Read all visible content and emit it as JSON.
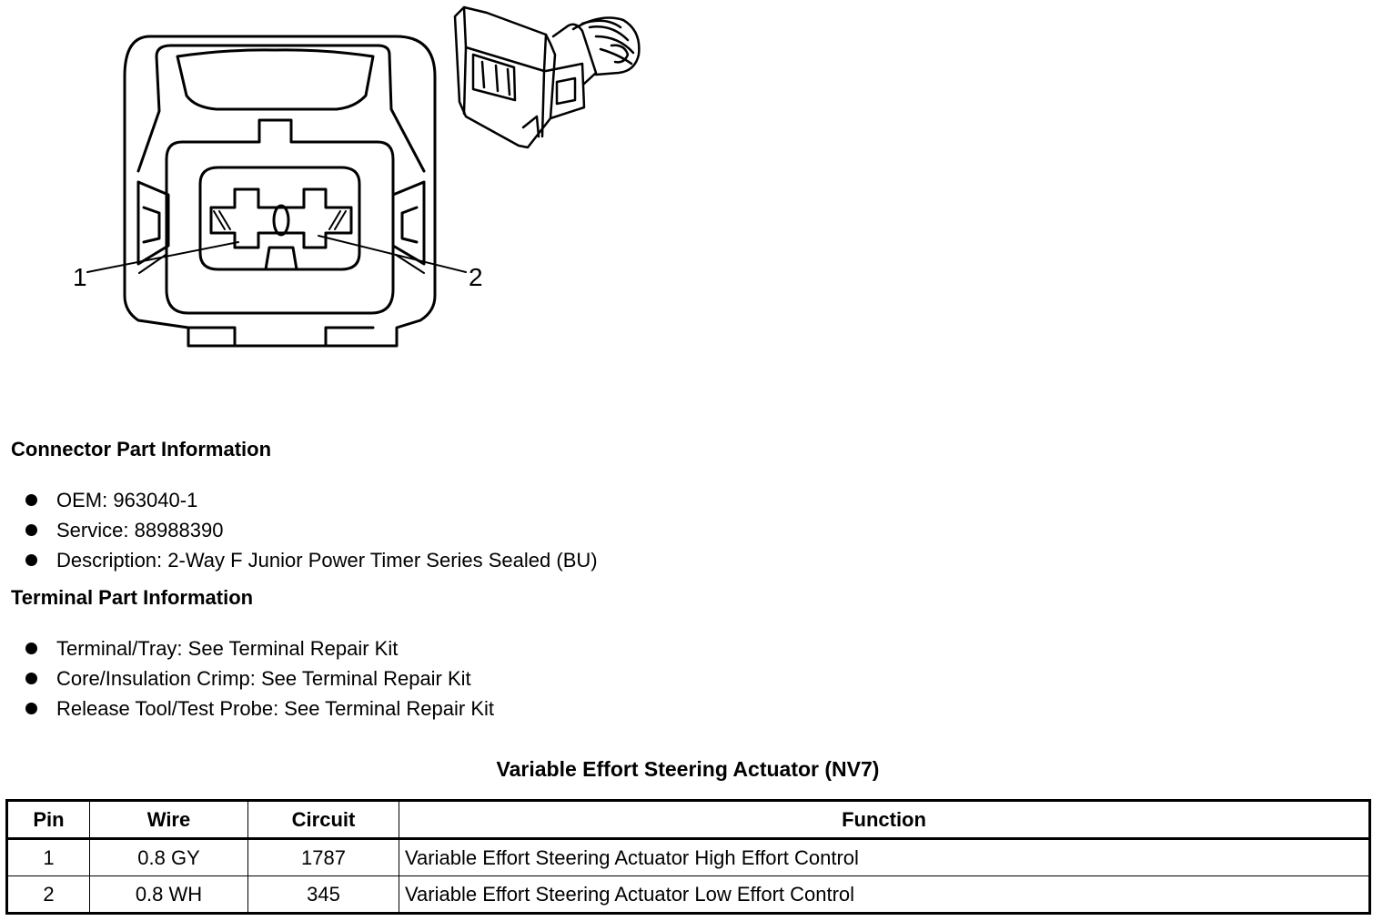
{
  "diagram": {
    "callouts": [
      "1",
      "2"
    ]
  },
  "connector_info": {
    "heading": "Connector Part Information",
    "items": [
      "OEM: 963040-1",
      "Service: 88988390",
      "Description: 2-Way F Junior Power Timer Series Sealed (BU)"
    ]
  },
  "terminal_info": {
    "heading": "Terminal Part Information",
    "items": [
      "Terminal/Tray: See Terminal Repair Kit",
      "Core/Insulation Crimp: See Terminal Repair Kit",
      "Release Tool/Test Probe: See Terminal Repair Kit"
    ]
  },
  "table": {
    "title": "Variable Effort Steering Actuator (NV7)",
    "headers": [
      "Pin",
      "Wire",
      "Circuit",
      "Function"
    ],
    "rows": [
      [
        "1",
        "0.8 GY",
        "1787",
        "Variable Effort Steering Actuator High Effort Control"
      ],
      [
        "2",
        "0.8 WH",
        "345",
        "Variable Effort Steering Actuator Low Effort Control"
      ]
    ]
  }
}
